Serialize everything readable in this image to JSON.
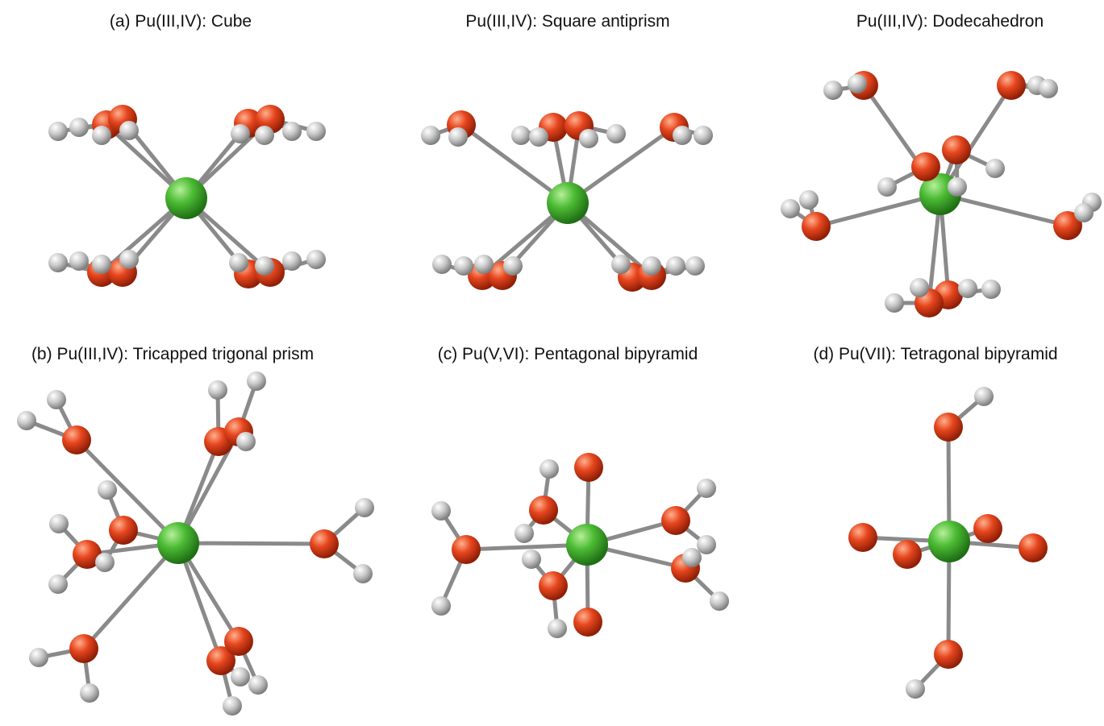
{
  "panels": [
    {
      "label": "(a) Pu(III,IV): Cube"
    },
    {
      "label": "Pu(III,IV): Square antiprism"
    },
    {
      "label": "Pu(III,IV): Dodecahedron"
    },
    {
      "label": "(b) Pu(III,IV): Tricapped trigonal prism"
    },
    {
      "label": "(c) Pu(V,VI): Pentagonal bipyramid"
    },
    {
      "label": "(d) Pu(VII): Tetragonal bipyramid"
    }
  ],
  "colors": {
    "plutonium": "#3fa82c",
    "oxygen": "#e2421c",
    "hydrogen": "#c8c8c8",
    "bond": "#8a8a8a"
  }
}
